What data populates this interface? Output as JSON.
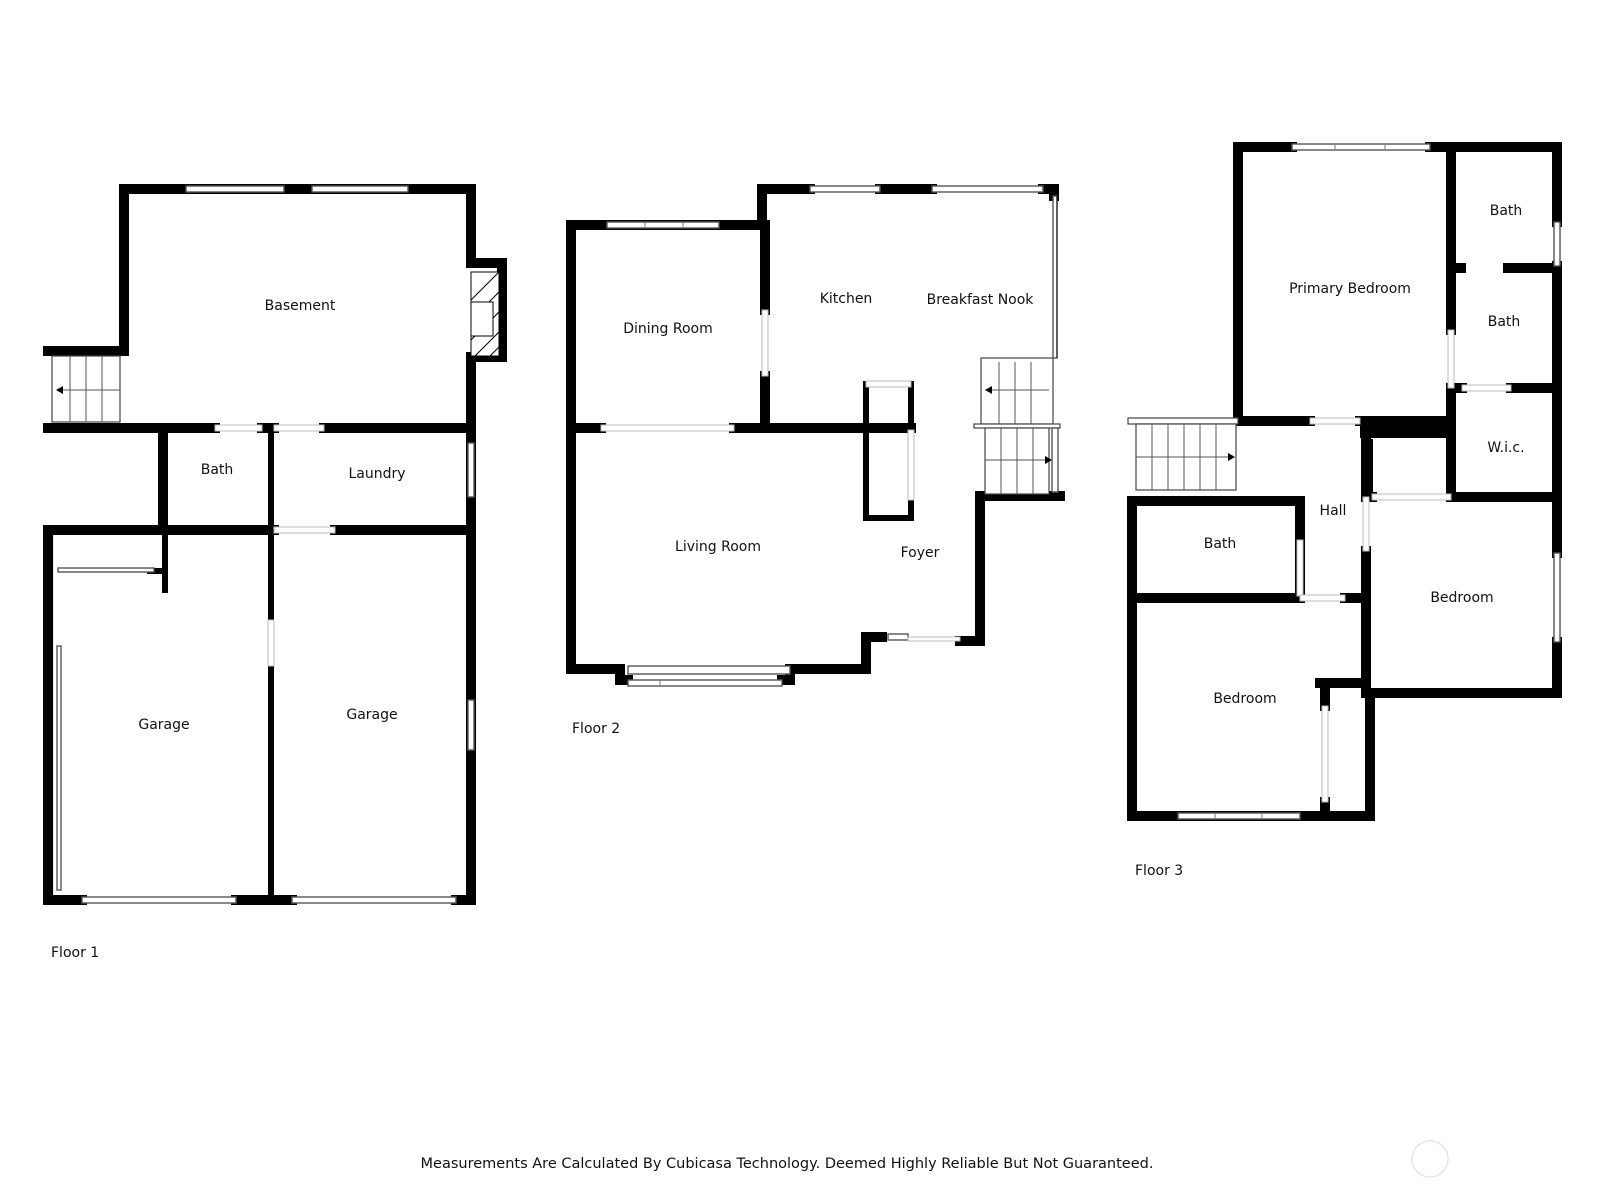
{
  "floors": [
    {
      "label": "Floor 1",
      "rooms": [
        "Basement",
        "Bath",
        "Laundry",
        "Garage",
        "Garage"
      ]
    },
    {
      "label": "Floor 2",
      "rooms": [
        "Dining Room",
        "Kitchen",
        "Breakfast Nook",
        "Living Room",
        "Foyer"
      ]
    },
    {
      "label": "Floor 3",
      "rooms": [
        "Primary Bedroom",
        "Bath",
        "Bath",
        "W.i.c.",
        "Hall",
        "Bath",
        "Bedroom",
        "Bedroom"
      ]
    }
  ],
  "footer": "Measurements Are Calculated By Cubicasa Technology. Deemed Highly Reliable But Not Guaranteed."
}
